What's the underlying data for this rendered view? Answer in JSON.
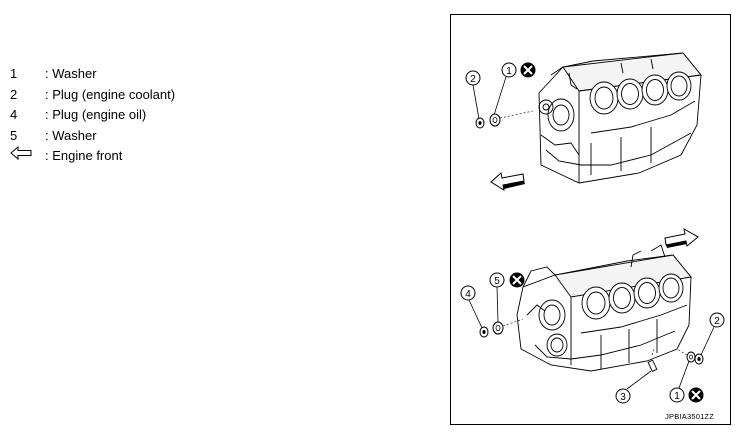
{
  "legend": {
    "items": [
      {
        "key": "1",
        "description": ": Washer"
      },
      {
        "key": "2",
        "description": ": Plug (engine coolant)"
      },
      {
        "key": "4",
        "description": ": Plug (engine oil)"
      },
      {
        "key": "5",
        "description": ": Washer"
      },
      {
        "key_icon": "engine-front-arrow-icon",
        "description": ": Engine front"
      }
    ]
  },
  "figure": {
    "callouts": {
      "c1_top": "1",
      "c2_top": "2",
      "c4": "4",
      "c5": "5",
      "c3": "3",
      "c2_bottom": "2",
      "c1_bottom": "1"
    },
    "code": "JPBIA3501ZZ"
  }
}
